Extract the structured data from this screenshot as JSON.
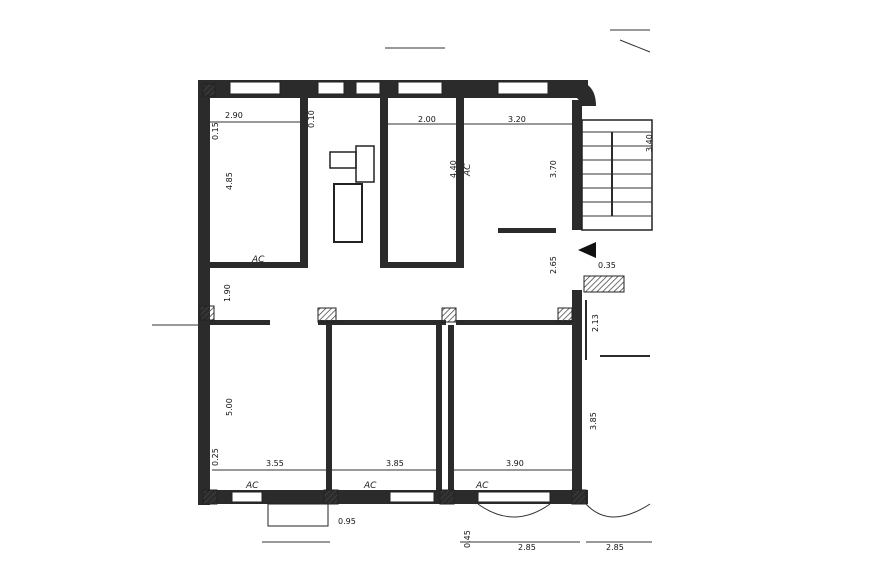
{
  "dimensions": {
    "top_widths": [
      "2.90",
      "2.00",
      "3.20"
    ],
    "top_heights": [
      "4.85",
      "4.40",
      "3.70"
    ],
    "corridor": [
      "1.90",
      "2.65",
      "2.13"
    ],
    "bottom_heights": [
      "5.00",
      "3.85"
    ],
    "bottom_widths": [
      "3.55",
      "3.85",
      "3.90"
    ],
    "right_stair": [
      "3.40"
    ],
    "small": [
      "0.15",
      "0.10",
      "0.25",
      "0.45",
      "0.35",
      "0.95"
    ],
    "bottom_outer": [
      "2.85",
      "2.85"
    ]
  },
  "labels": {
    "ac": "AC"
  },
  "colors": {
    "wall": "#2b2b2b",
    "paper": "#ffffff"
  }
}
